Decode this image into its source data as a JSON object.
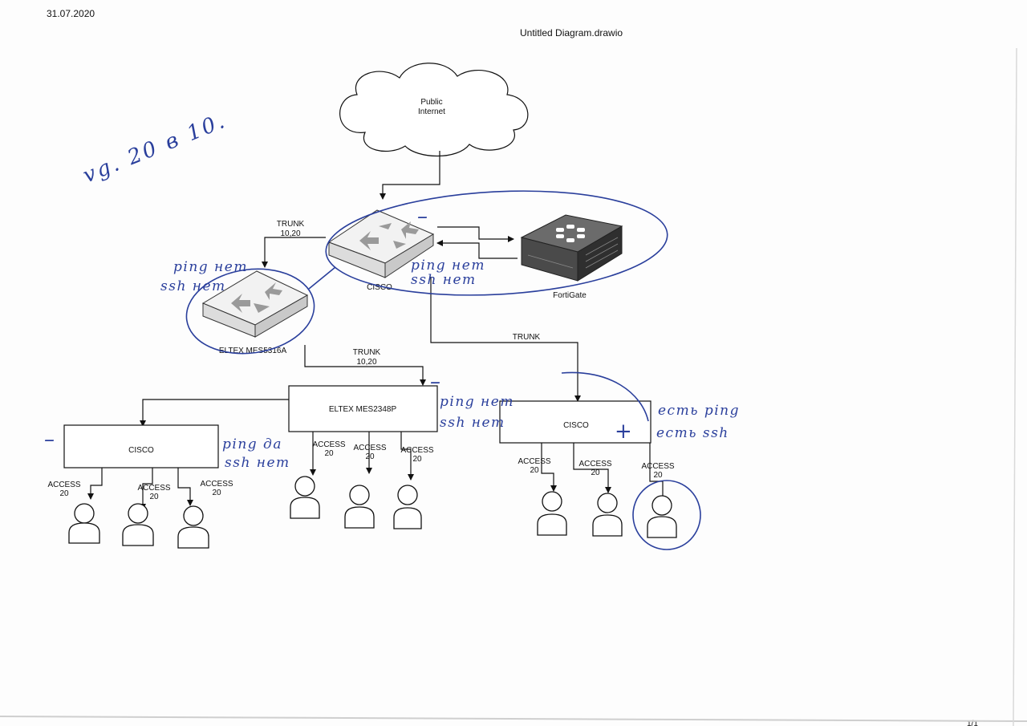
{
  "header": {
    "date": "31.07.2020",
    "title": "Untitled Diagram.drawio",
    "page_number": "1/1"
  },
  "diagram": {
    "cloud_label_line1": "Public",
    "cloud_label_line2": "Internet",
    "core_switch_label": "CISCO",
    "firewall_label": "FortiGate",
    "eltex_5316_label": "ELTEX MES5316A",
    "eltex_2348_label": "ELTEX MES2348P",
    "cisco_left_label": "CISCO",
    "cisco_right_label": "CISCO",
    "trunk_left_line1": "TRUNK",
    "trunk_left_line2": "10,20",
    "trunk_mid_line1": "TRUNK",
    "trunk_mid_line2": "10,20",
    "trunk_right": "TRUNK",
    "access_word": "ACCESS",
    "access_vlan": "20"
  },
  "annotations": {
    "vlan_note": "vg. 20 в 10.",
    "eltex5316_line1": "ping нет",
    "eltex5316_line2": "ssh нет",
    "core_line1": "ping нет",
    "core_line2": "ssh нет",
    "eltex2348_line1": "ping нет",
    "eltex2348_line2": "ssh нет",
    "cisco_left_line1": "ping да",
    "cisco_left_line2": "ssh нет",
    "cisco_right_line1": "есть ping",
    "cisco_right_line2": "есть ssh",
    "plus_mark": "+",
    "minus_mark": "–"
  },
  "colors": {
    "ink": "#2a3f9c",
    "lines": "#111111",
    "fortigate_dark": "#3a3a3a"
  }
}
